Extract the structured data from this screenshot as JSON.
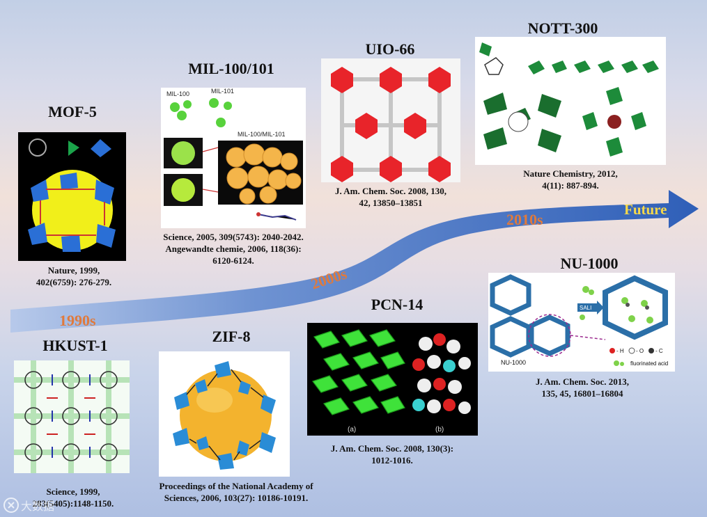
{
  "timeline": {
    "eras": [
      "1990s",
      "2000s",
      "2010s"
    ],
    "future": "Future"
  },
  "materials": [
    {
      "name": "MOF-5",
      "ref": "Nature, 1999,\n402(6759): 276-279."
    },
    {
      "name": "MIL-100/101",
      "ref": "Science, 2005, 309(5743): 2040-2042.\nAngewandte chemie, 2006, 118(36):\n6120-6124."
    },
    {
      "name": "UIO-66",
      "ref": "J. Am. Chem. Soc. 2008, 130,\n42, 13850–13851"
    },
    {
      "name": "NOTT-300",
      "ref": "Nature Chemistry, 2012,\n4(11): 887-894."
    },
    {
      "name": "HKUST-1",
      "ref": "Science, 1999,\n283(5405):1148-1150."
    },
    {
      "name": "ZIF-8",
      "ref": "Proceedings of the National Academy of\nSciences, 2006, 103(27): 10186-10191."
    },
    {
      "name": "PCN-14",
      "ref": "J. Am. Chem. Soc. 2008, 130(3):\n1012-1016."
    },
    {
      "name": "NU-1000",
      "ref": "J. Am. Chem. Soc. 2013,\n135, 45, 16801–16804"
    }
  ],
  "figure_labels": {
    "mil_100": "MIL-100",
    "mil_101": "MIL-101",
    "mil_100_101": "MIL-100/MIL-101",
    "pcn_a": "(a)",
    "pcn_b": "(b)",
    "nu_1000": "NU-1000",
    "sali": "SALI",
    "legend_h": "- H",
    "legend_o": "- O",
    "legend_c": "- C",
    "fluorinated": "fluorinated acid"
  },
  "watermark": "大数据"
}
